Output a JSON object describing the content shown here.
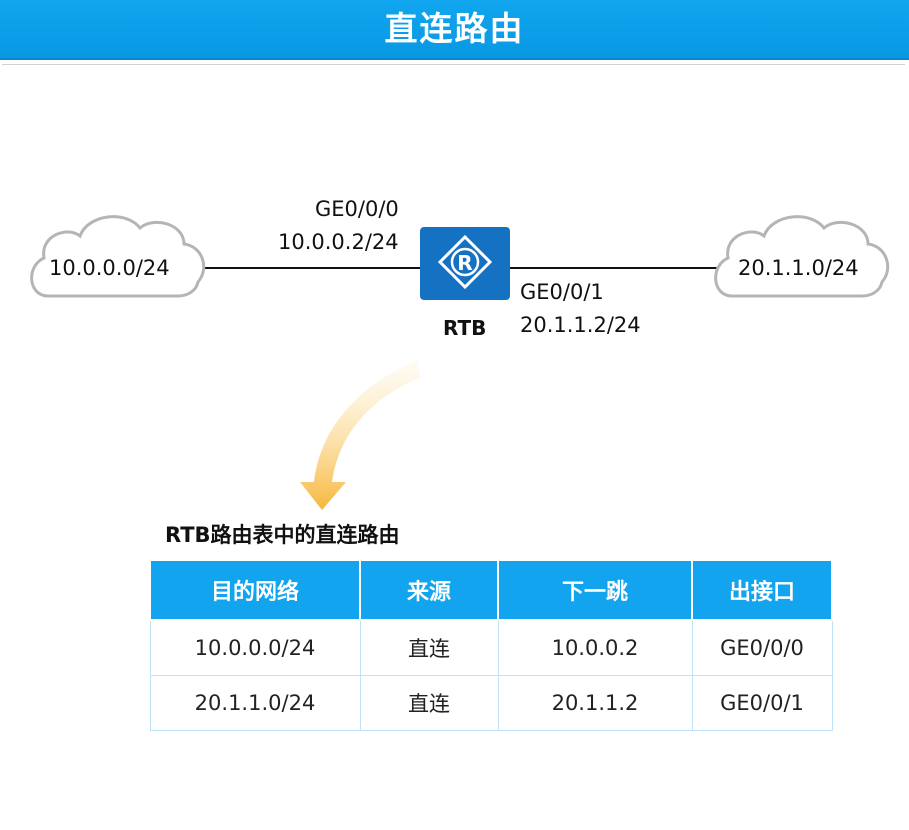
{
  "title": "直连路由",
  "diagram": {
    "left_network": "10.0.0.0/24",
    "right_network": "20.1.1.0/24",
    "router_name": "RTB",
    "router_icon": "router-icon",
    "router_symbol": "R",
    "if_left_name": "GE0/0/0",
    "if_left_ip": "10.0.0.2/24",
    "if_right_name": "GE0/0/1",
    "if_right_ip": "20.1.1.2/24",
    "colors": {
      "router": "#1572c3",
      "cloud_border": "#b5b5b5",
      "arrow": "#f6b73c"
    }
  },
  "table": {
    "title": "RTB路由表中的直连路由",
    "headers": [
      "目的网络",
      "来源",
      "下一跳",
      "出接口"
    ],
    "rows": [
      [
        "10.0.0.0/24",
        "直连",
        "10.0.0.2",
        "GE0/0/0"
      ],
      [
        "20.1.1.0/24",
        "直连",
        "20.1.1.2",
        "GE0/0/1"
      ]
    ],
    "header_color": "#12a4ee"
  }
}
